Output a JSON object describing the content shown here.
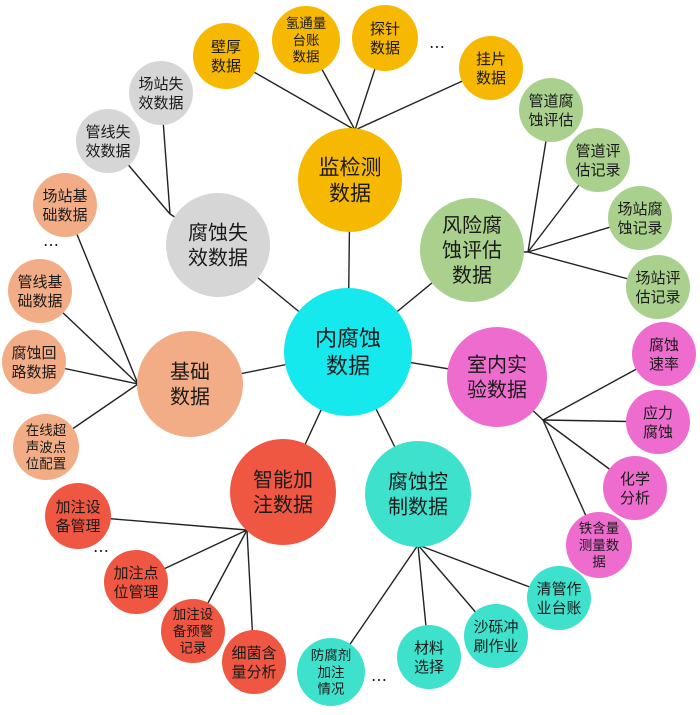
{
  "colors": {
    "center": "#16e9ee",
    "monitor": "#f6b800",
    "risk": "#a9d18d",
    "lab": "#ef6ccf",
    "control": "#3ee1cc",
    "smart": "#ef5742",
    "base": "#f3ad86",
    "failure": "#d6d6d6"
  },
  "center": {
    "lines": [
      "内腐蚀",
      "数据"
    ]
  },
  "hubs": [
    {
      "id": "monitor",
      "lines": [
        "监检测",
        "数据"
      ]
    },
    {
      "id": "risk",
      "lines": [
        "风险腐",
        "蚀评估",
        "数据"
      ]
    },
    {
      "id": "lab",
      "lines": [
        "室内实",
        "验数据"
      ]
    },
    {
      "id": "control",
      "lines": [
        "腐蚀控",
        "制数据"
      ]
    },
    {
      "id": "smart",
      "lines": [
        "智能加",
        "注数据"
      ]
    },
    {
      "id": "base",
      "lines": [
        "基础",
        "数据"
      ]
    },
    {
      "id": "failure",
      "lines": [
        "腐蚀失",
        "效数据"
      ]
    }
  ],
  "leaves": [
    {
      "hub": "monitor",
      "lines": [
        "壁厚",
        "数据"
      ]
    },
    {
      "hub": "monitor",
      "lines": [
        "氢通量",
        "台账",
        "数据"
      ]
    },
    {
      "hub": "monitor",
      "lines": [
        "探针",
        "数据"
      ]
    },
    {
      "hub": "monitor",
      "lines": [
        "挂片",
        "数据"
      ]
    },
    {
      "hub": "risk",
      "lines": [
        "管道腐",
        "蚀评估"
      ]
    },
    {
      "hub": "risk",
      "lines": [
        "管道评",
        "估记录"
      ]
    },
    {
      "hub": "risk",
      "lines": [
        "场站腐",
        "蚀记录"
      ]
    },
    {
      "hub": "risk",
      "lines": [
        "场站评",
        "估记录"
      ]
    },
    {
      "hub": "lab",
      "lines": [
        "腐蚀",
        "速率"
      ]
    },
    {
      "hub": "lab",
      "lines": [
        "应力",
        "腐蚀"
      ]
    },
    {
      "hub": "lab",
      "lines": [
        "化学",
        "分析"
      ]
    },
    {
      "hub": "lab",
      "lines": [
        "铁含量",
        "测量数",
        "据"
      ]
    },
    {
      "hub": "control",
      "lines": [
        "清管作",
        "业台账"
      ]
    },
    {
      "hub": "control",
      "lines": [
        "沙砾冲",
        "刷作业"
      ]
    },
    {
      "hub": "control",
      "lines": [
        "材料",
        "选择"
      ]
    },
    {
      "hub": "control",
      "lines": [
        "防腐剂",
        "加注",
        "情况"
      ]
    },
    {
      "hub": "smart",
      "lines": [
        "加注设",
        "备管理"
      ]
    },
    {
      "hub": "smart",
      "lines": [
        "加注点",
        "位管理"
      ]
    },
    {
      "hub": "smart",
      "lines": [
        "加注设",
        "备预警",
        "记录"
      ]
    },
    {
      "hub": "smart",
      "lines": [
        "细菌含",
        "量分析"
      ]
    },
    {
      "hub": "base",
      "lines": [
        "场站基",
        "础数据"
      ]
    },
    {
      "hub": "base",
      "lines": [
        "管线基",
        "础数据"
      ]
    },
    {
      "hub": "base",
      "lines": [
        "腐蚀回",
        "路数据"
      ]
    },
    {
      "hub": "base",
      "lines": [
        "在线超",
        "声波点",
        "位配置"
      ]
    },
    {
      "hub": "failure",
      "lines": [
        "场站失",
        "效数据"
      ]
    },
    {
      "hub": "failure",
      "lines": [
        "管线失",
        "效数据"
      ]
    }
  ],
  "ellipsis": [
    "…",
    "…",
    "…",
    "…"
  ]
}
